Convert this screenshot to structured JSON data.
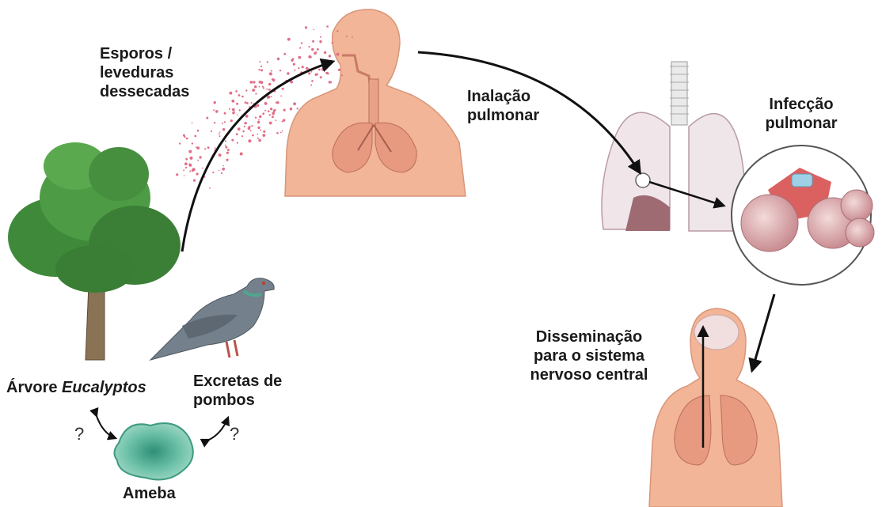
{
  "labels": {
    "spores": [
      "Esporos /",
      "leveduras",
      "dessecadas"
    ],
    "inhalation": [
      "Inalação",
      "pulmonar"
    ],
    "infection": [
      "Infecção",
      "pulmonar"
    ],
    "dissemination": [
      "Disseminação",
      "para o sistema",
      "nervoso central"
    ],
    "tree_prefix": "Árvore ",
    "tree_genus": "Eucalyptos",
    "pigeon": [
      "Excretas de",
      "pombos"
    ],
    "amoeba": "Ameba",
    "question_mark": "?"
  },
  "colors": {
    "skin": "#f0b294",
    "lung": "#e89a80",
    "tree_leaf": "#3f8a3a",
    "pigeon": "#6f7b86",
    "amoeba": "#5fb39a",
    "spore": "#e06f86",
    "arrow": "#111111"
  }
}
